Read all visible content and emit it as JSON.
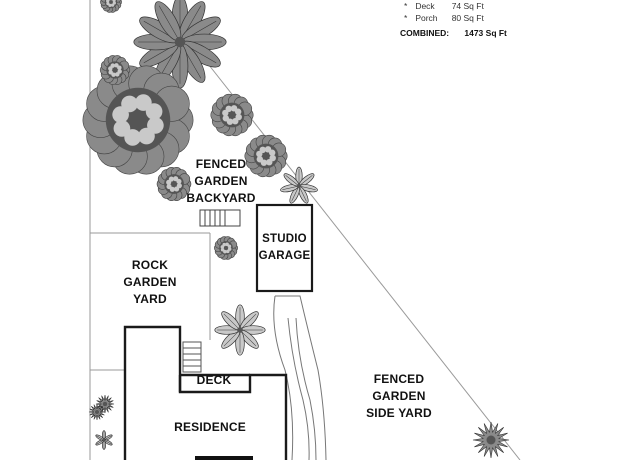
{
  "legend": {
    "rows": [
      {
        "marker": "*",
        "name": "Deck",
        "value": "74 Sq Ft"
      },
      {
        "marker": "*",
        "name": "Porch",
        "value": "80 Sq Ft"
      }
    ],
    "combined_label": "COMBINED:",
    "combined_value": "1473 Sq Ft"
  },
  "labels": {
    "backyard": [
      "FENCED",
      "GARDEN",
      "BACKYARD"
    ],
    "studio": [
      "STUDIO",
      "GARAGE"
    ],
    "rock": [
      "ROCK",
      "GARDEN",
      "YARD"
    ],
    "deck": "DECK",
    "residence": "RESIDENCE",
    "sideyard": [
      "FENCED",
      "GARDEN",
      "SIDE YARD"
    ]
  },
  "colors": {
    "line": "#222222",
    "thin_line": "#999999",
    "plant_dark": "#555555",
    "plant_mid": "#8a8a8a",
    "plant_light": "#c9c9c9"
  }
}
